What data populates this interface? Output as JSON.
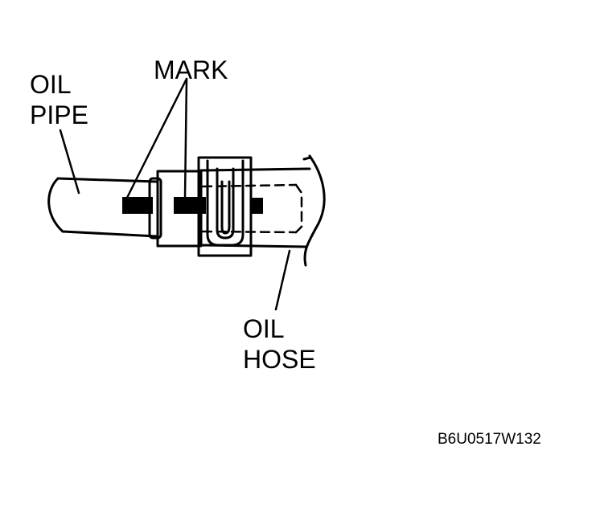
{
  "labels": {
    "oil_pipe": [
      "OIL",
      "PIPE"
    ],
    "mark": "MARK",
    "oil_hose": [
      "OIL",
      "HOSE"
    ]
  },
  "figure_code": "B6U0517W132",
  "colors": {
    "ink": "#000000",
    "paper": "#ffffff"
  }
}
